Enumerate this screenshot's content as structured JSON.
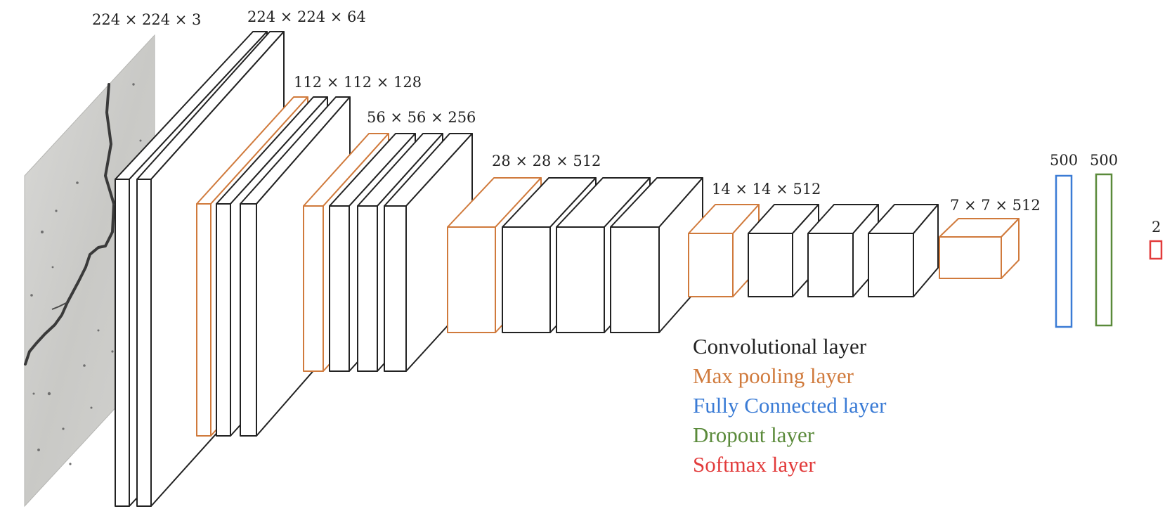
{
  "colors": {
    "conv": "#222222",
    "pool": "#d07a3c",
    "fc": "#3a7bd5",
    "dropout": "#5a8a3a",
    "softmax": "#e23b3b",
    "input_image": "#cfcfcd"
  },
  "dimensions": {
    "input": "224 × 224 × 3",
    "block1": "224 × 224 × 64",
    "block2": "112 × 112 × 128",
    "block3": "56 × 56 × 256",
    "block4": "28 × 28 × 512",
    "block5": "14 × 14 × 512",
    "block6": "7 × 7 × 512",
    "fc": "500",
    "dropout": "500",
    "softmax": "2"
  },
  "legend": {
    "conv": "Convolutional layer",
    "pool": "Max pooling layer",
    "fc": "Fully Connected layer",
    "dropout": "Dropout layer",
    "softmax": "Softmax layer"
  }
}
